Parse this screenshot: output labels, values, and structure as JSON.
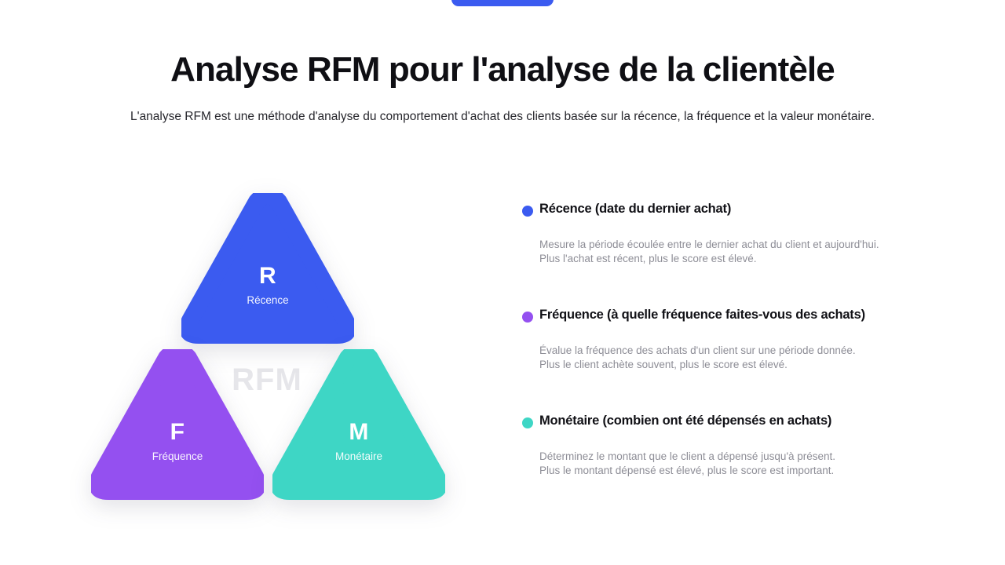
{
  "top_bar": {
    "pill_color": "#3b5bf0"
  },
  "header": {
    "title": "Analyse RFM pour l'analyse de la clientèle",
    "subtitle": "L'analyse RFM est une méthode d'analyse du comportement d'achat des clients basée sur la récence, la fréquence et la valeur monétaire."
  },
  "diagram": {
    "watermark": "RFM",
    "triangles": [
      {
        "key": "recence",
        "letter": "R",
        "label": "Récence",
        "color": "#3b5bf0"
      },
      {
        "key": "frequence",
        "letter": "F",
        "label": "Fréquence",
        "color": "#9450f0"
      },
      {
        "key": "monetaire",
        "letter": "M",
        "label": "Monétaire",
        "color": "#3ed6c5"
      }
    ]
  },
  "legend": {
    "items": [
      {
        "key": "recence",
        "dot_color": "#3b5bf0",
        "title": "Récence (date du dernier achat)",
        "description": "Mesure la période écoulée entre le dernier achat du client et aujourd'hui.\nPlus l'achat est récent, plus le score est élevé."
      },
      {
        "key": "frequence",
        "dot_color": "#9450f0",
        "title": "Fréquence (à quelle fréquence faites-vous des achats)",
        "description": "Évalue la fréquence des achats d'un client sur une période donnée.\nPlus le client achète souvent, plus le score est élevé."
      },
      {
        "key": "monetaire",
        "dot_color": "#3ed6c5",
        "title": "Monétaire (combien ont été dépensés en achats)",
        "description": "Déterminez le montant que le client a dépensé jusqu'à présent.\nPlus le montant dépensé est élevé, plus le score est important."
      }
    ]
  }
}
